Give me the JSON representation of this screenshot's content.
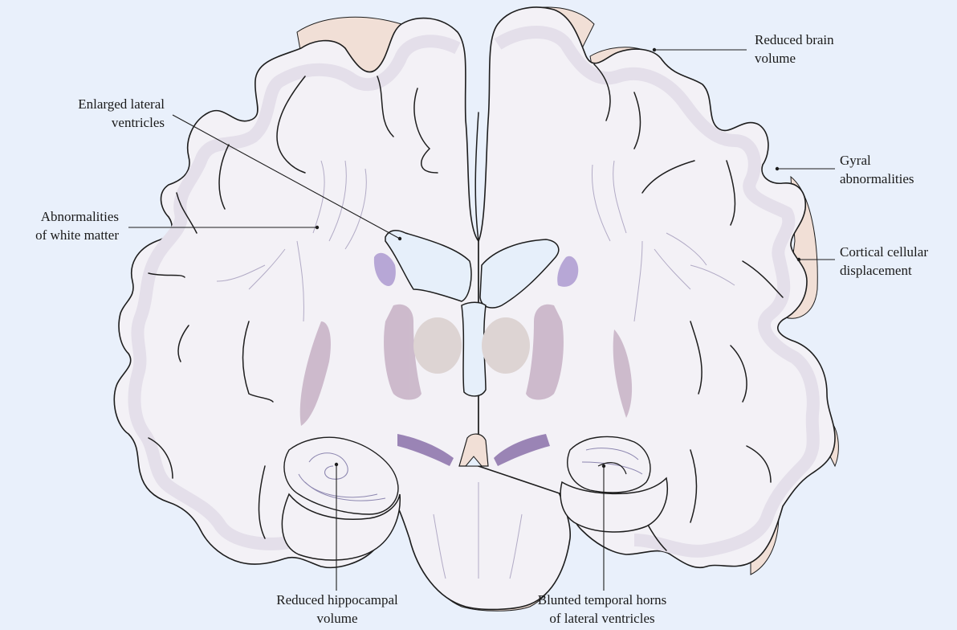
{
  "colors": {
    "background": "#e9f0fb",
    "white_matter": "#f3f1f6",
    "gray_matter_band": "#ebe7ef",
    "atrophy_space": "#f1dfd6",
    "ventricle": "#e6effa",
    "basal_ganglia": "#c9b5c8",
    "thalamus": "#ddd4d3",
    "violet_structures": "#b7a7d6",
    "outline": "#1d1d1d",
    "fiber_lines": "#a9a3bf"
  },
  "labels": {
    "reduced_brain_volume": [
      "Reduced brain",
      "volume"
    ],
    "enlarged_lateral_ventricles": [
      "Enlarged lateral",
      "ventricles"
    ],
    "gyral_abnormalities": [
      "Gyral",
      "abnormalities"
    ],
    "abnormalities_white_matter": [
      "Abnormalities",
      "of white matter"
    ],
    "cortical_cellular_displacement": [
      "Cortical cellular",
      "displacement"
    ],
    "reduced_hippocampal_volume": [
      "Reduced hippocampal",
      "volume"
    ],
    "blunted_temporal_horns": [
      "Blunted temporal horns",
      "of lateral ventricles"
    ]
  }
}
